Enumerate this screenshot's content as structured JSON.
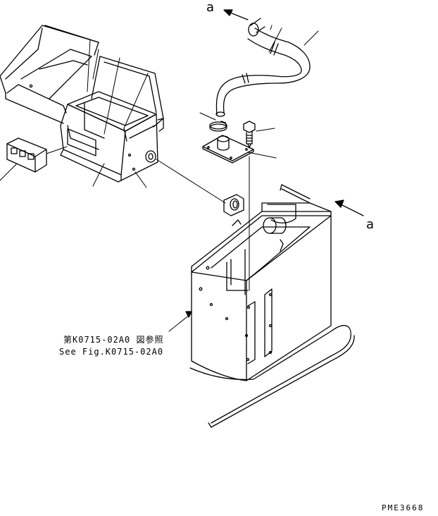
{
  "labels": {
    "arrow_top": "a",
    "arrow_right": "a",
    "ref_line_1": "第K0715-02A0 図参照",
    "ref_line_2": "See Fig.K0715-02A0",
    "drawing_code": "PME3668"
  }
}
